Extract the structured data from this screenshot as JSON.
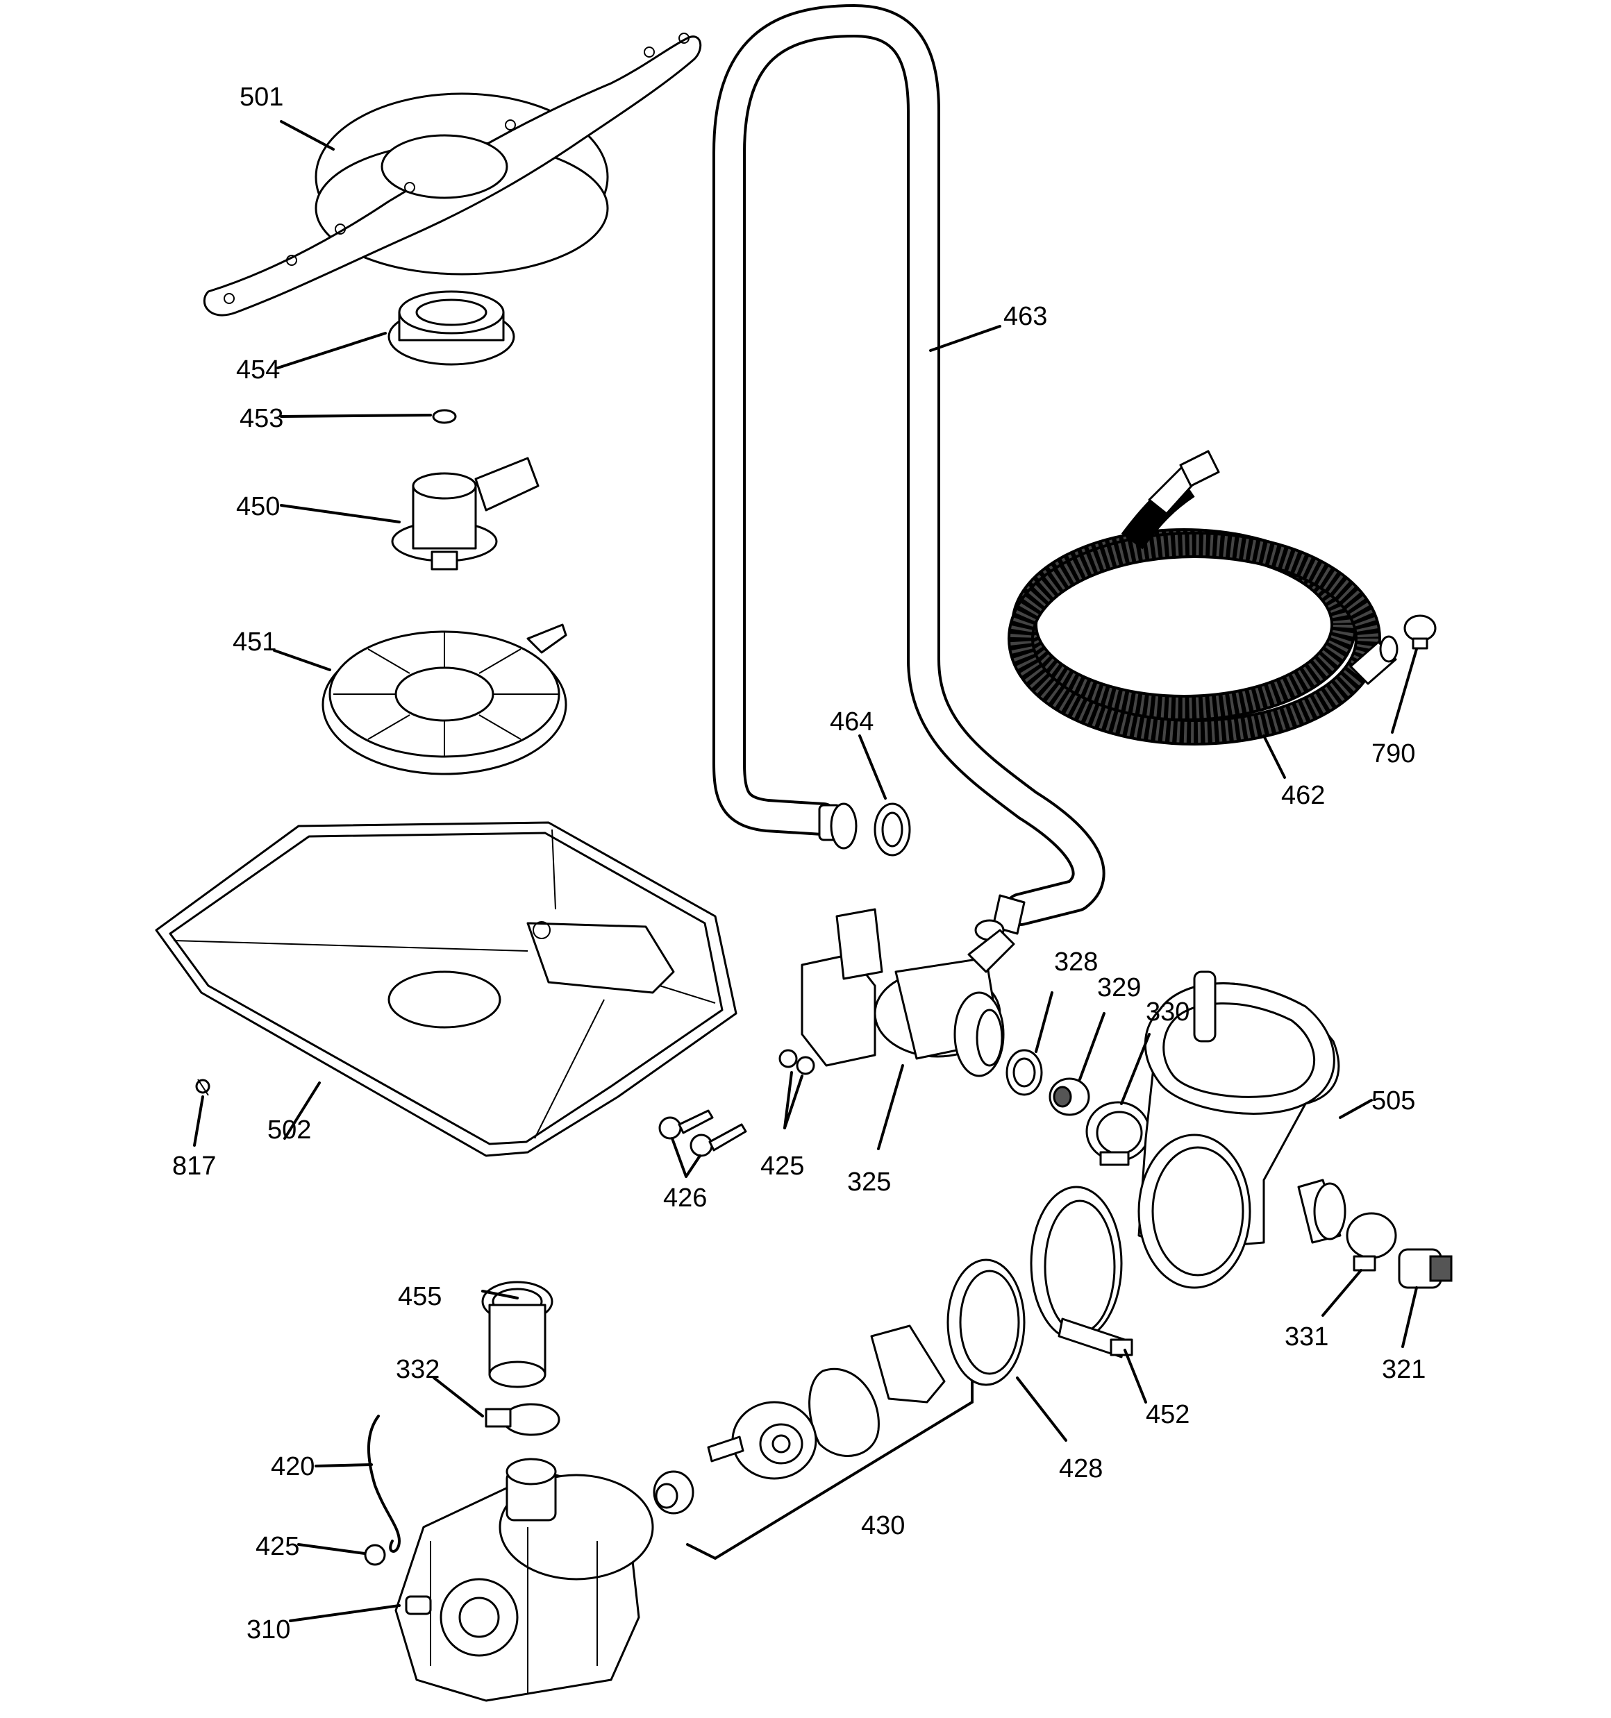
{
  "callouts": {
    "c501": "501",
    "c454": "454",
    "c453": "453",
    "c450": "450",
    "c451": "451",
    "c463": "463",
    "c464": "464",
    "c462": "462",
    "c790": "790",
    "c502": "502",
    "c817": "817",
    "c426": "426",
    "c425a": "425",
    "c325": "325",
    "c328": "328",
    "c329": "329",
    "c330": "330",
    "c505": "505",
    "c331": "331",
    "c321": "321",
    "c455": "455",
    "c332": "332",
    "c420": "420",
    "c425b": "425",
    "c310": "310",
    "c430": "430",
    "c428": "428",
    "c452": "452"
  }
}
